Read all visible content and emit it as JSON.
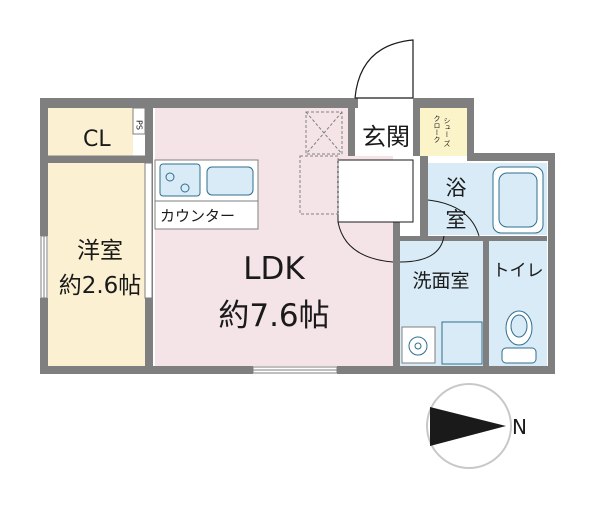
{
  "rooms": {
    "closet": {
      "label": "CL",
      "color": "#fbf0d2"
    },
    "ps": {
      "label": "PS"
    },
    "western_room": {
      "name": "洋室",
      "size": "約2.6帖",
      "color": "#fbf0d2"
    },
    "ldk": {
      "name": "LDK",
      "size": "約7.6帖",
      "color": "#f4e4e7"
    },
    "counter": {
      "label": "カウンター"
    },
    "entrance": {
      "label": "玄関"
    },
    "shoe_closet": {
      "label_line1": "シュー",
      "label_line2": "ズ",
      "label_line3": "クローク",
      "color": "#fbf4c9"
    },
    "bathroom": {
      "label_line1": "浴",
      "label_line2": "室",
      "color": "#d8ebf6"
    },
    "washroom": {
      "label": "洗面室",
      "color": "#d8ebf6"
    },
    "toilet": {
      "label": "トイレ",
      "color": "#d8ebf6"
    }
  },
  "compass": {
    "label": "N"
  },
  "colors": {
    "wall": "#7f7f7f",
    "fixture": "#2f6f8f"
  }
}
